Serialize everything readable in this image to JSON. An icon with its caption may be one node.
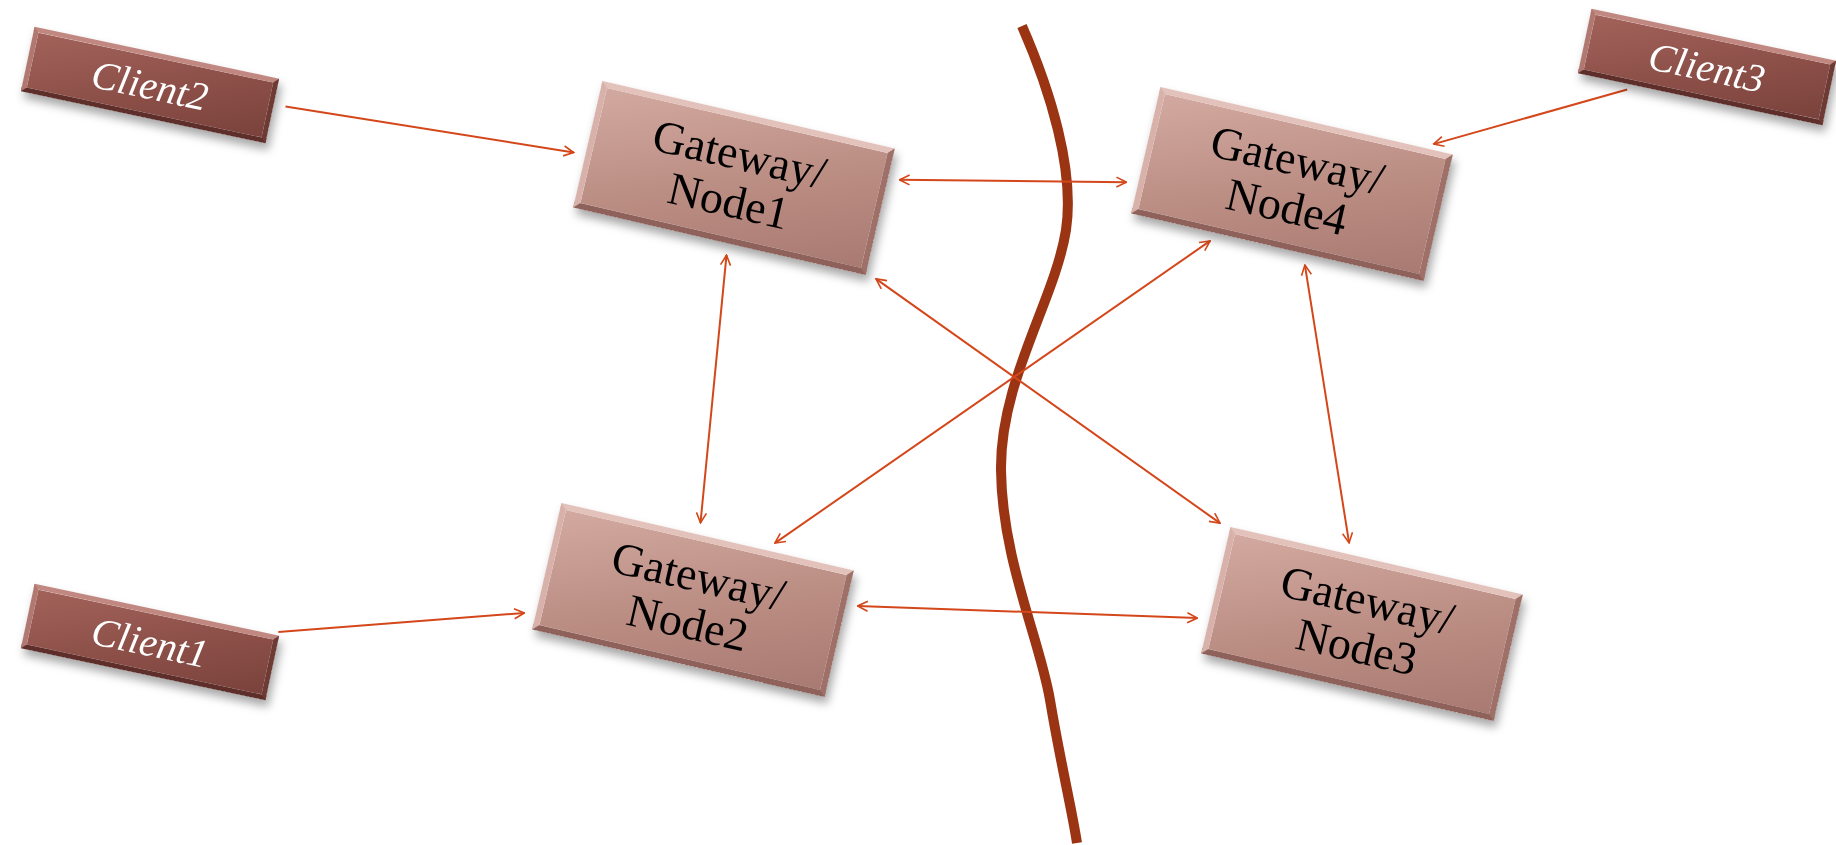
{
  "diagram": {
    "nodes": [
      {
        "text": [
          "Client2"
        ]
      },
      {
        "text": [
          "Gateway/ Node1"
        ]
      },
      {
        "text": [
          "Gateway/ Node4"
        ]
      },
      {
        "text": [
          "Client3"
        ]
      },
      {
        "text": [
          "Client1"
        ]
      },
      {
        "text": [
          "Gateway/ Node2"
        ]
      },
      {
        "text": [
          "Gateway/ Node3"
        ]
      }
    ],
    "edges": [
      {
        "from": 0,
        "to": 1,
        "arrow": "to"
      },
      {
        "from": 1,
        "to": 2,
        "arrow": "both"
      },
      {
        "from": 3,
        "to": 2,
        "arrow": "to"
      },
      {
        "from": 1,
        "to": 5,
        "arrow": "both"
      },
      {
        "from": 1,
        "to": 6,
        "arrow": "both"
      },
      {
        "from": 2,
        "to": 5,
        "arrow": "both"
      },
      {
        "from": 2,
        "to": 6,
        "arrow": "both"
      },
      {
        "from": 5,
        "to": 6,
        "arrow": "both"
      },
      {
        "from": 4,
        "to": 5,
        "arrow": "to"
      }
    ]
  }
}
